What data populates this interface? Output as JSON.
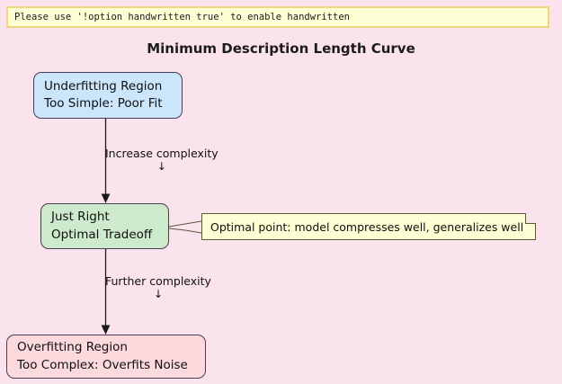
{
  "warning": {
    "text": "Please use '!option handwritten true' to enable handwritten",
    "background": "#feffd5",
    "border_color": "#f2d77a"
  },
  "diagram": {
    "title": "Minimum Description Length Curve",
    "background": "#fbe3ed",
    "nodes": [
      {
        "id": "underfitting",
        "line1": "Underfitting Region",
        "line2": "Too Simple: Poor Fit",
        "fill": "#cbe5fb"
      },
      {
        "id": "justright",
        "line1": "Just Right",
        "line2": "Optimal Tradeoff",
        "fill": "#cdeacd"
      },
      {
        "id": "overfitting",
        "line1": "Overfitting Region",
        "line2": "Too Complex: Overfits Noise",
        "fill": "#fbd9dd"
      }
    ],
    "edges": [
      {
        "id": "edge-1",
        "label": "Increase complexity",
        "glyph": "↓"
      },
      {
        "id": "edge-2",
        "label": "Further complexity",
        "glyph": "↓"
      }
    ],
    "note": {
      "text": "Optimal point: model compresses well, generalizes well",
      "fill": "#feffd5",
      "border_color": "#5a5a3a"
    }
  }
}
